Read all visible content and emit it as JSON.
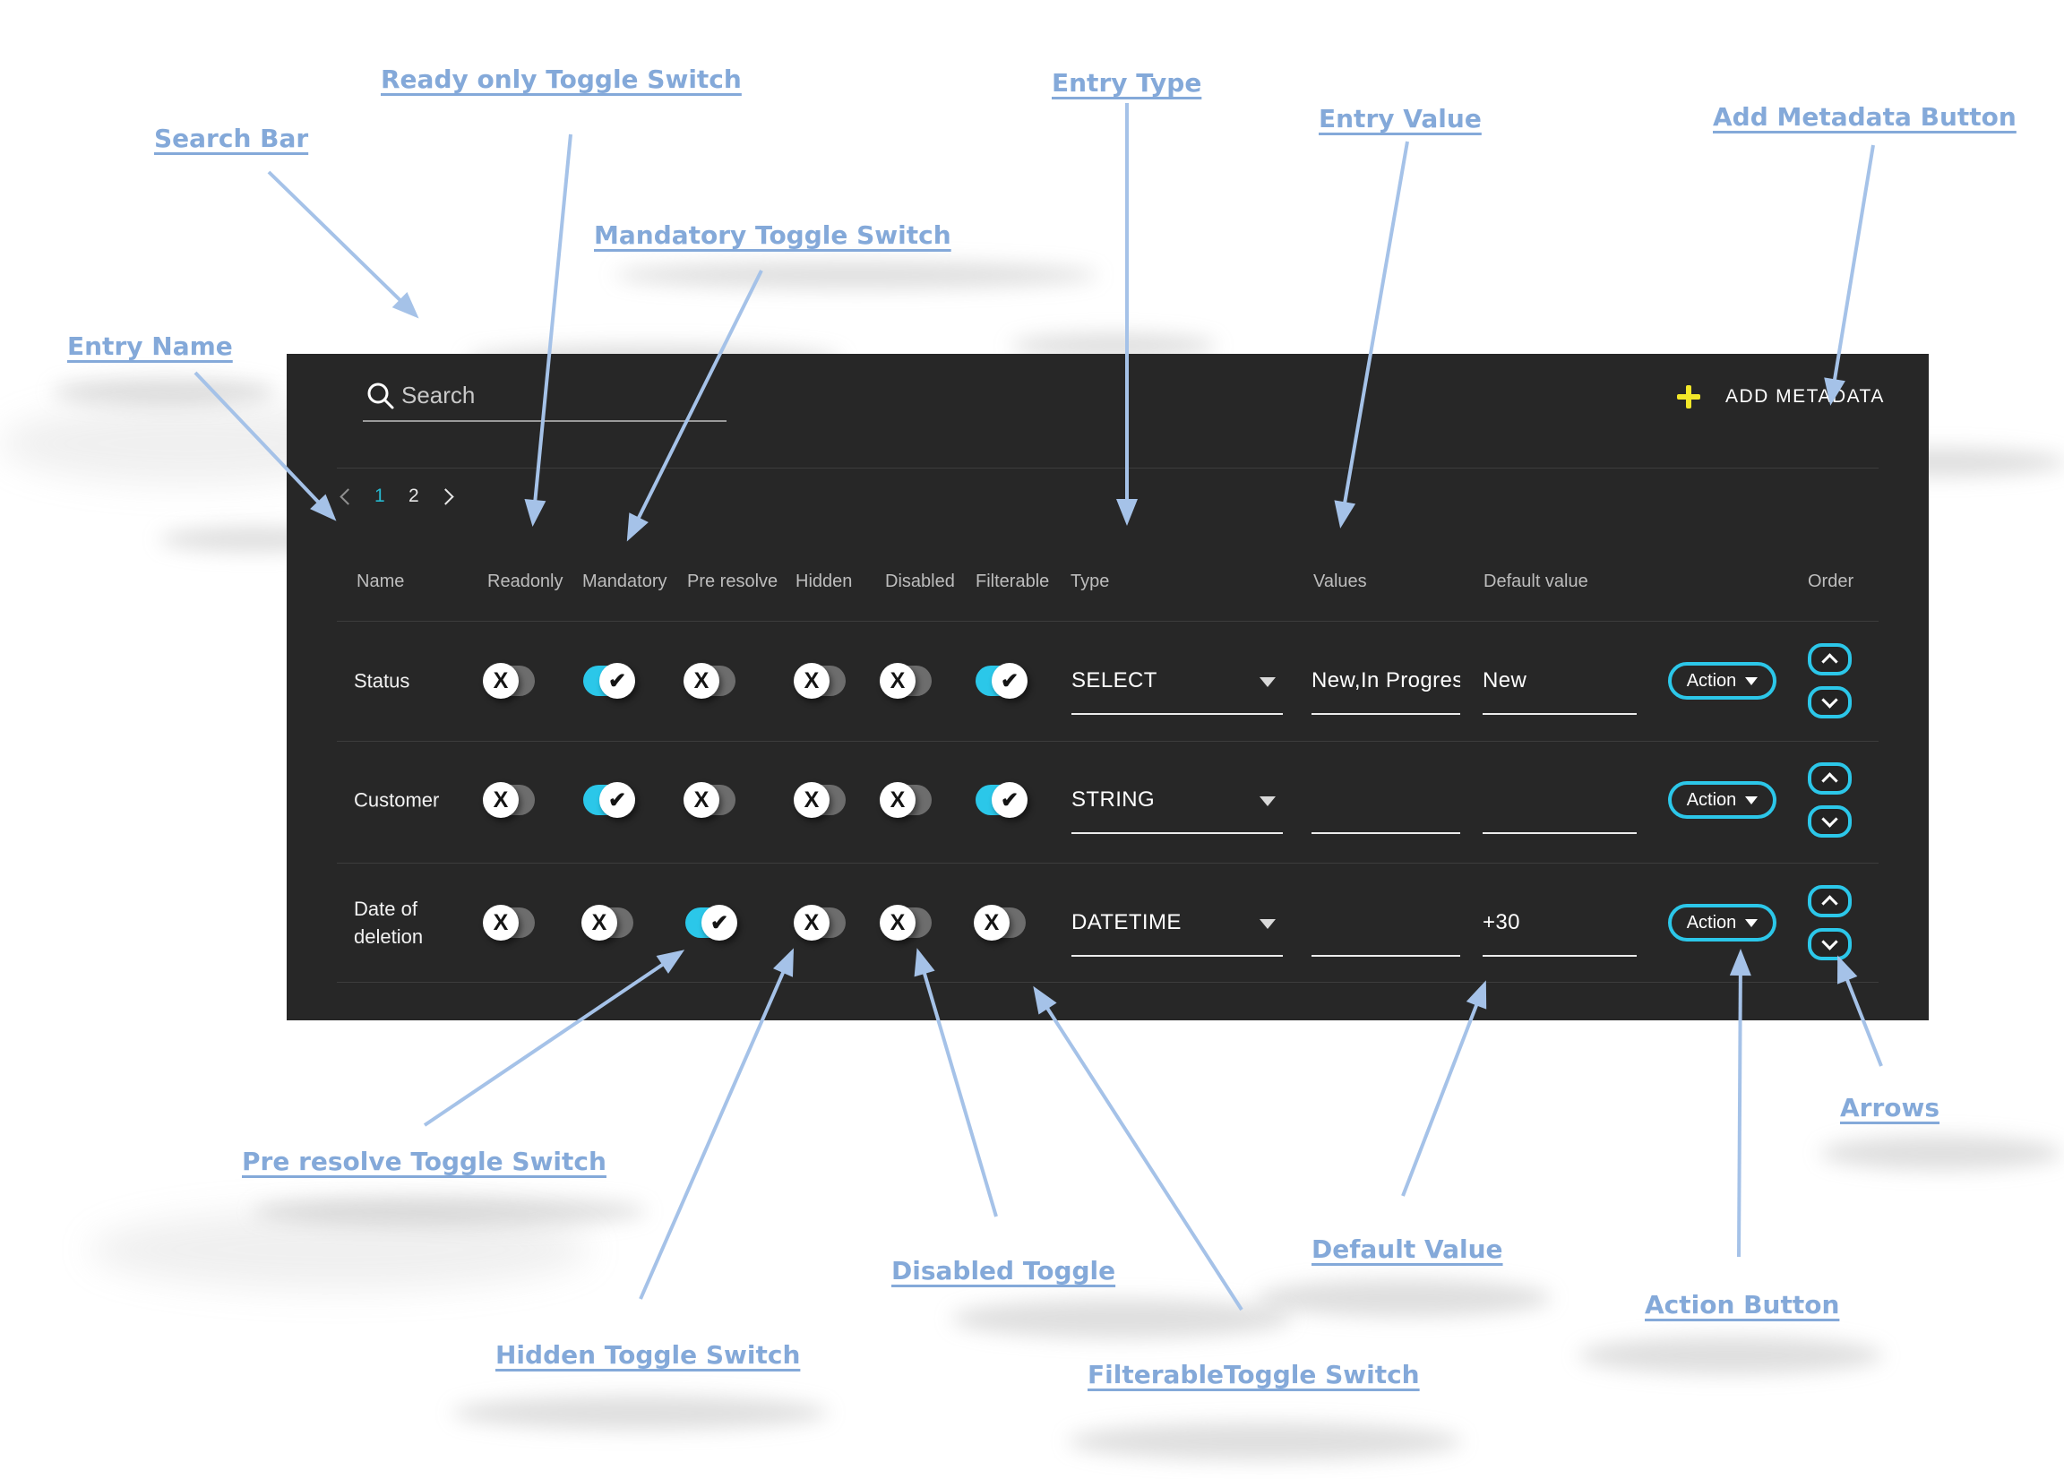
{
  "annotations": {
    "search_bar": "Search Bar",
    "ready_only": "Ready only Toggle Switch",
    "mandatory": "Mandatory Toggle Switch",
    "entry_name": "Entry Name",
    "entry_type": "Entry Type",
    "entry_value": "Entry Value",
    "add_metadata": "Add Metadata  Button",
    "pre_resolve": "Pre resolve Toggle Switch",
    "hidden": "Hidden Toggle Switch",
    "disabled": "Disabled Toggle",
    "filterable": "FilterableToggle Switch",
    "default_value": "Default Value",
    "action_button": "Action Button",
    "arrows": "Arrows"
  },
  "panel": {
    "search": {
      "placeholder": "Search"
    },
    "add_metadata_label": "ADD METADATA",
    "pagination": {
      "pages": [
        "1",
        "2"
      ],
      "active_page": "1"
    },
    "columns": [
      "Name",
      "Readonly",
      "Mandatory",
      "Pre resolve",
      "Hidden",
      "Disabled",
      "Filterable",
      "Type",
      "Values",
      "Default value",
      "Order"
    ],
    "toggle_glyphs": {
      "off": "X",
      "on": "✔"
    },
    "rows": [
      {
        "name": "Status",
        "readonly": false,
        "mandatory": true,
        "pre_resolve": false,
        "hidden": false,
        "disabled": false,
        "filterable": true,
        "type": "SELECT",
        "values": "New,In Progres",
        "default_value": "New",
        "action_label": "Action"
      },
      {
        "name": "Customer",
        "readonly": false,
        "mandatory": true,
        "pre_resolve": false,
        "hidden": false,
        "disabled": false,
        "filterable": true,
        "type": "STRING",
        "values": "",
        "default_value": "",
        "action_label": "Action"
      },
      {
        "name": "Date of deletion",
        "readonly": false,
        "mandatory": false,
        "pre_resolve": true,
        "hidden": false,
        "disabled": false,
        "filterable": false,
        "type": "DATETIME",
        "values": "",
        "default_value": "+30",
        "action_label": "Action"
      }
    ],
    "colors": {
      "panel_bg": "#272727",
      "accent_cyan": "#2bc7e9",
      "active_page_teal": "#26b8cf",
      "plus_yellow": "#f3e829",
      "annotation_blue": "#84a9d9",
      "arrow_blue": "#a5c2e8"
    }
  }
}
